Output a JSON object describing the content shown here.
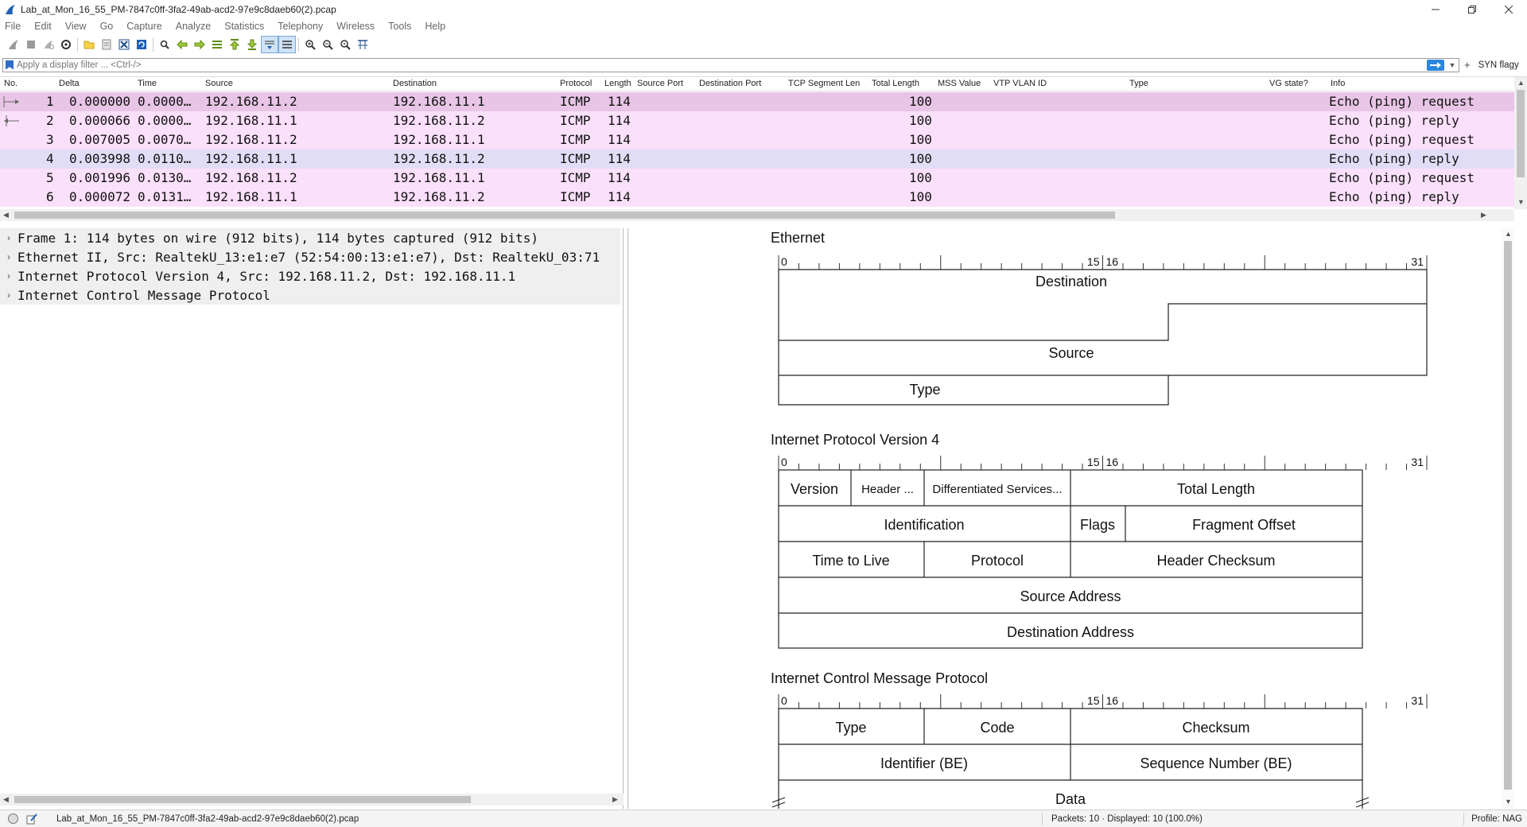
{
  "window": {
    "title": "Lab_at_Mon_16_55_PM-7847c0ff-3fa2-49ab-acd2-97e9c8daeb60(2).pcap"
  },
  "menu": [
    "File",
    "Edit",
    "View",
    "Go",
    "Capture",
    "Analyze",
    "Statistics",
    "Telephony",
    "Wireless",
    "Tools",
    "Help"
  ],
  "filter": {
    "placeholder": "Apply a display filter ... <Ctrl-/>",
    "button_label": "SYN flagy"
  },
  "columns": [
    "No.",
    "Delta",
    "Time",
    "Source",
    "Destination",
    "Protocol",
    "Length",
    "Source Port",
    "Destination Port",
    "TCP Segment Len",
    "Total Length",
    "MSS Value",
    "VTP VLAN ID",
    "Type",
    "VG state?",
    "Info"
  ],
  "packets": [
    {
      "no": "1",
      "delta": "0.000000",
      "time": "0.0000…",
      "src": "192.168.11.2",
      "dst": "192.168.11.1",
      "proto": "ICMP",
      "len": "114",
      "total": "100",
      "info": "Echo (ping) request"
    },
    {
      "no": "2",
      "delta": "0.000066",
      "time": "0.0000…",
      "src": "192.168.11.1",
      "dst": "192.168.11.2",
      "proto": "ICMP",
      "len": "114",
      "total": "100",
      "info": "Echo (ping) reply"
    },
    {
      "no": "3",
      "delta": "0.007005",
      "time": "0.0070…",
      "src": "192.168.11.2",
      "dst": "192.168.11.1",
      "proto": "ICMP",
      "len": "114",
      "total": "100",
      "info": "Echo (ping) request"
    },
    {
      "no": "4",
      "delta": "0.003998",
      "time": "0.0110…",
      "src": "192.168.11.1",
      "dst": "192.168.11.2",
      "proto": "ICMP",
      "len": "114",
      "total": "100",
      "info": "Echo (ping) reply"
    },
    {
      "no": "5",
      "delta": "0.001996",
      "time": "0.0130…",
      "src": "192.168.11.2",
      "dst": "192.168.11.1",
      "proto": "ICMP",
      "len": "114",
      "total": "100",
      "info": "Echo (ping) request"
    },
    {
      "no": "6",
      "delta": "0.000072",
      "time": "0.0131…",
      "src": "192.168.11.1",
      "dst": "192.168.11.2",
      "proto": "ICMP",
      "len": "114",
      "total": "100",
      "info": "Echo (ping) reply"
    }
  ],
  "details": [
    "Frame 1: 114 bytes on wire (912 bits), 114 bytes captured (912 bits)",
    "Ethernet II, Src: RealtekU_13:e1:e7 (52:54:00:13:e1:e7), Dst: RealtekU_03:71",
    "Internet Protocol Version 4, Src: 192.168.11.2, Dst: 192.168.11.1",
    "Internet Control Message Protocol"
  ],
  "diagram": {
    "ruler": {
      "start": "0",
      "mid_left": "15",
      "mid_right": "16",
      "end": "31"
    },
    "ethernet": {
      "title": "Ethernet",
      "destination": "Destination",
      "source": "Source",
      "type": "Type"
    },
    "ipv4": {
      "title": "Internet Protocol Version 4",
      "version": "Version",
      "header_len": "Header ...",
      "dsf": "Differentiated Services...",
      "total_length": "Total Length",
      "identification": "Identification",
      "flags": "Flags",
      "fragment_offset": "Fragment Offset",
      "ttl": "Time to Live",
      "protocol": "Protocol",
      "header_checksum": "Header Checksum",
      "source_address": "Source Address",
      "destination_address": "Destination Address"
    },
    "icmp": {
      "title": "Internet Control Message Protocol",
      "type": "Type",
      "code": "Code",
      "checksum": "Checksum",
      "identifier": "Identifier (BE)",
      "sequence": "Sequence Number (BE)",
      "data": "Data"
    }
  },
  "status": {
    "file": "Lab_at_Mon_16_55_PM-7847c0ff-3fa2-49ab-acd2-97e9c8daeb60(2).pcap",
    "packets": "Packets: 10 · Displayed: 10 (100.0%)",
    "profile": "Profile: NAG"
  }
}
